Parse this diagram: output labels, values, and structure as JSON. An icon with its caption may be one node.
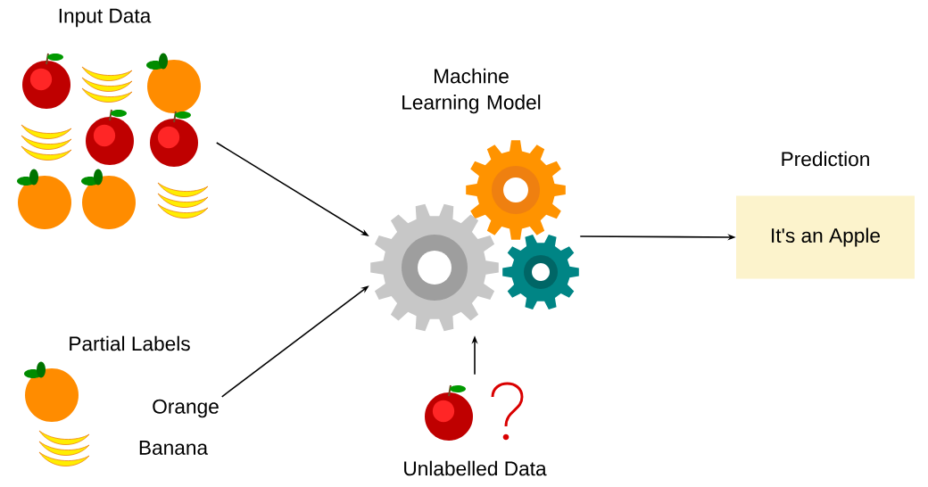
{
  "diagram": {
    "nodes": [
      {
        "text": [
          "Input Data"
        ]
      },
      {
        "text": [
          "Orange"
        ]
      },
      {
        "text": [
          "Machine Learning Model"
        ]
      },
      {
        "text": [
          "Unlabelled Data"
        ]
      },
      {
        "text": [
          "Prediction",
          "It's an Apple"
        ]
      }
    ],
    "edges": [
      {
        "from": 0,
        "to": 2,
        "arrow": "to"
      },
      {
        "from": 1,
        "to": 2,
        "arrow": "to"
      },
      {
        "from": 3,
        "to": 2,
        "arrow": "to"
      },
      {
        "from": 2,
        "to": 4,
        "arrow": "to"
      }
    ],
    "labels": [
      "Partial Labels",
      "Banana"
    ]
  }
}
